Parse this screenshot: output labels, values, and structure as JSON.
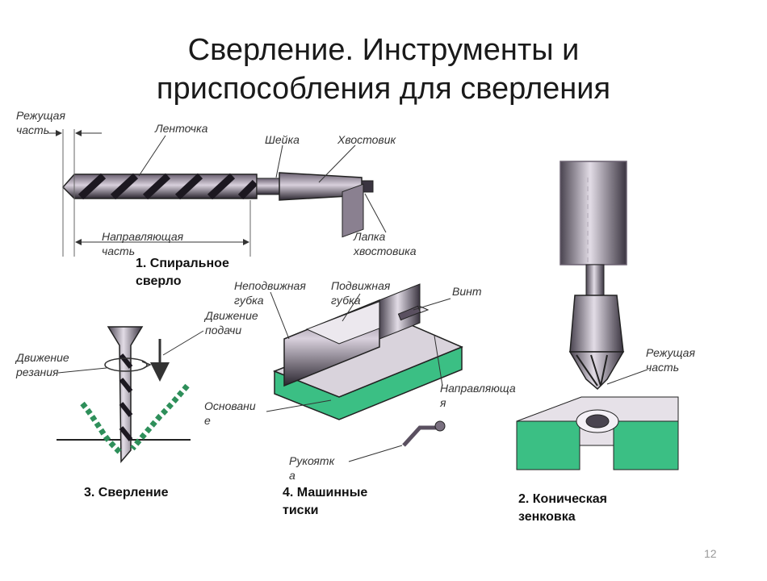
{
  "title": {
    "line1": "Сверление. Инструменты и",
    "line2": "приспособления для сверления"
  },
  "drill": {
    "cutting_part": "Режущая\nчасть",
    "ribbon": "Ленточка",
    "neck": "Шейка",
    "shank": "Хвостовик",
    "guide_part": "Направляющая\nчасть",
    "tang": "Лапка\nхвостовика",
    "caption": "1. Спиральное\nсверло"
  },
  "drilling": {
    "feed_motion": "Движение\nподачи",
    "cutting_motion": "Движение\nрезания",
    "caption": "3. Сверление"
  },
  "vise": {
    "fixed_jaw": "Неподвижная\nгубка",
    "movable_jaw": "Подвижная\nгубка",
    "screw": "Винт",
    "guide": "Направляюща\nя",
    "base": "Основани\nе",
    "handle": "Рукоятк\nа",
    "caption": "4. Машинные\nтиски"
  },
  "countersink": {
    "cutting_part": "Режущая\nчасть",
    "caption": "2. Коническая\nзенковка"
  },
  "page_number": "12",
  "colors": {
    "metal_dark": "#2b2630",
    "metal_light": "#b9b0c0",
    "accent_green": "#3bbf84"
  }
}
